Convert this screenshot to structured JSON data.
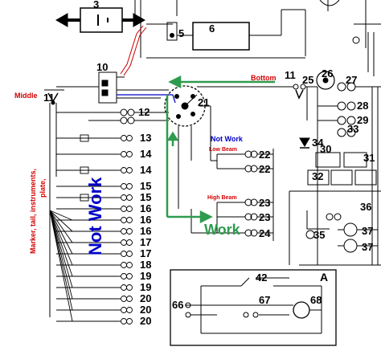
{
  "annotations": {
    "middle": "Middle",
    "bottom": "Bottom",
    "not_work_upper": "Not Work",
    "not_work_left": "Not Work",
    "work": "Work",
    "low_beam": "Low Beam",
    "high_beam": "High Beam",
    "marker": "Marker, tail, instruments,",
    "plate": "plate,"
  },
  "components": {
    "c3": "3",
    "c5": "5",
    "c6": "6",
    "c10": "10",
    "c11a": "11",
    "c11b": "11",
    "c12": "12",
    "c13": "13",
    "c14": "14",
    "c15": "15",
    "c16": "16",
    "c17": "17",
    "c18": "18",
    "c19": "19",
    "c20": "20",
    "c21": "21",
    "c22": "22",
    "c23": "23",
    "c24": "24",
    "c25": "25",
    "c26": "26",
    "c27": "27",
    "c28": "28",
    "c29": "29",
    "c30": "30",
    "c31": "31",
    "c32": "32",
    "c33": "33",
    "c34": "34",
    "c35": "35",
    "c36": "36",
    "c37": "37",
    "c42": "42",
    "c66": "66",
    "c67": "67",
    "c68": "68",
    "inset": "A"
  },
  "colors": {
    "annotation_red": "#d40000",
    "annotation_blue": "#0000c8",
    "annotation_green": "#2e9b4e",
    "wire_red": "#c80000"
  }
}
